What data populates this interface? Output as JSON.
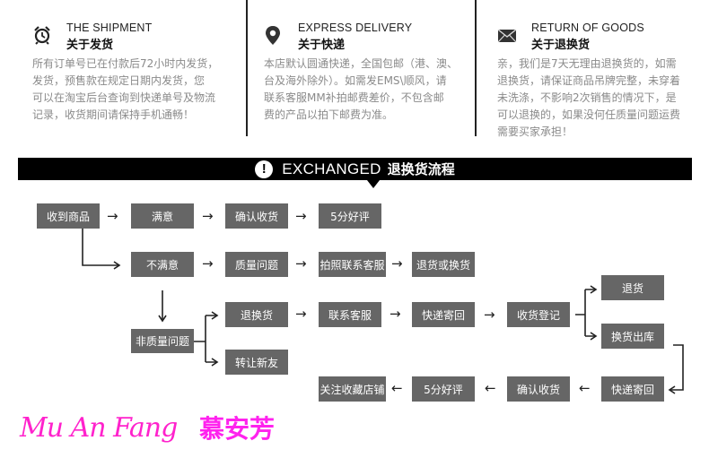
{
  "info_columns": [
    {
      "icon": "alarm-clock-icon",
      "title_en": "THE SHIPMENT",
      "title_zh": "关于发货",
      "body_lines": [
        "所有订单号已在付款后72小时内发货，",
        "发货，预售款在规定日期内发货，您",
        "可以在淘宝后台查询到快递单号及物流",
        "记录，收货期间请保持手机通畅！"
      ]
    },
    {
      "icon": "map-pin-icon",
      "title_en": "EXPRESS DELIVERY",
      "title_zh": "关于快递",
      "body_lines": [
        "本店默认圆通快递，全国包邮（港、澳、",
        "台及海外除外）。如需发EMS\\顺风，请",
        "联系客服MM补拍邮费差价，不包含邮",
        "费的产品以拍下邮费为准。"
      ]
    },
    {
      "icon": "envelope-icon",
      "title_en": "RETURN OF GOODS",
      "title_zh": "关于退换货",
      "body_lines": [
        "亲，我们是7天无理由退换货的，如需",
        "退换货，请保证商品吊牌完整，未穿着",
        "未洗涤，不影响2次销售的情况下，是",
        "可以退换的，如果没何任质量问题运费",
        "需要买家承担！"
      ]
    }
  ],
  "watermark": {
    "script_text": "Mu An Fang",
    "chinese_text": "慕安芳",
    "color": "#ff22cc"
  },
  "banner": {
    "icon": "exclamation-icon",
    "title_en": "EXCHANGED",
    "title_zh": "退换货流程"
  },
  "flow": {
    "box_color": "#666666",
    "steps": {
      "receive_goods": "收到商品",
      "satisfied": "满意",
      "confirm_receipt_1": "确认收货",
      "five_star_1": "5分好评",
      "unsatisfied": "不满意",
      "quality_issue": "质量问题",
      "photo_contact_cs": "拍照联系客服",
      "return_or_exchange": "退货或换货",
      "non_quality_issue": "非质量问题",
      "return_exchange": "退换货",
      "contact_cs": "联系客服",
      "ship_back_1": "快递寄回",
      "receipt_register": "收货登记",
      "refund": "退货",
      "exchange_dispatch": "换货出库",
      "transfer_friend": "转让新友",
      "ship_back_2": "快递寄回",
      "confirm_receipt_2": "确认收货",
      "five_star_2": "5分好评",
      "follow_store": "关注收藏店铺"
    },
    "arrow_right": "→",
    "arrow_left": "←",
    "arrow_down": "↓"
  }
}
